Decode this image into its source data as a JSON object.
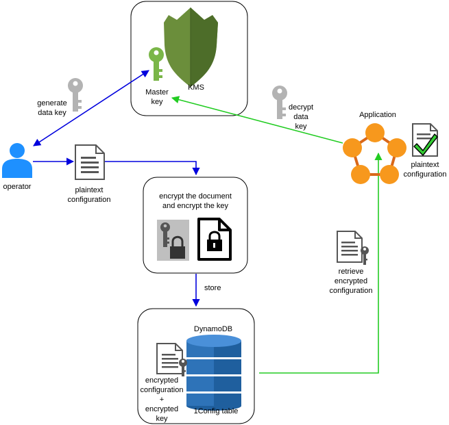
{
  "kms": {
    "title": "KMS",
    "master_key_line1": "Master",
    "master_key_line2": "key"
  },
  "operator": {
    "label": "operator"
  },
  "generate_key": {
    "line1": "generate",
    "line2": "data key"
  },
  "plaintext_left": {
    "line1": "plaintext",
    "line2": "configuration"
  },
  "encrypt_box": {
    "line1": "encrypt the document",
    "line2": "and encrypt the key"
  },
  "store": {
    "label": "store"
  },
  "dynamodb": {
    "title": "DynamoDB",
    "table_label": "1Config table",
    "enc_line1": "encrypted",
    "enc_line2": "configuration",
    "enc_line3": "+",
    "enc_line4": "encrypted",
    "enc_line5": "key"
  },
  "application": {
    "label": "Application"
  },
  "plaintext_right": {
    "line1": "plaintext",
    "line2": "configuration"
  },
  "decrypt_key": {
    "line1": "decrypt",
    "line2": "data",
    "line3": "key"
  },
  "retrieve": {
    "line1": "retrieve",
    "line2": "encrypted",
    "line3": "configuration"
  },
  "colors": {
    "blue_arrow": "#0000dd",
    "green_arrow": "#22cc22",
    "kms_green": "#6b8e3b",
    "key_green": "#7ab648",
    "dynamo_blue": "#2e73b8",
    "app_orange": "#f7981d"
  }
}
